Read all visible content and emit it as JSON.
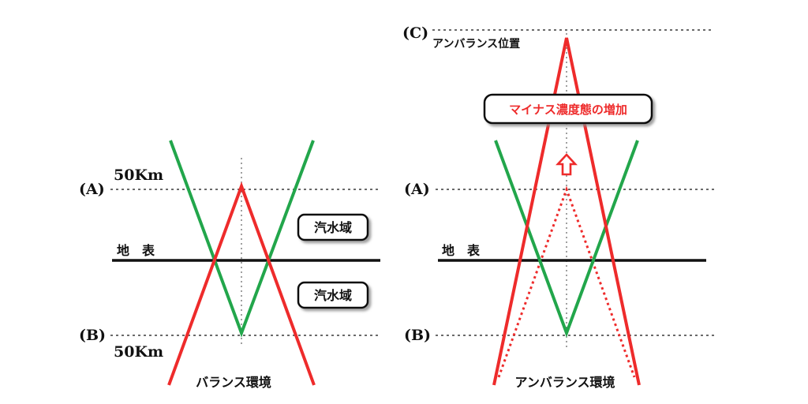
{
  "colors": {
    "green": "#22a64b",
    "red": "#ee2b2b",
    "black": "#111111",
    "dotted": "#555555"
  },
  "left_panel": {
    "label_a": "(A)",
    "label_a_km": "50Km",
    "label_b": "(B)",
    "label_b_km": "50Km",
    "surface_label": "地　表",
    "zone_upper": "汽水域",
    "zone_lower": "汽水域",
    "caption": "バランス環境"
  },
  "right_panel": {
    "label_c": "(C)",
    "label_c_text": "アンバランス位置",
    "label_a": "(A)",
    "label_b": "(B)",
    "surface_label": "地　表",
    "callout": "マイナス濃度態の増加",
    "caption": "アンバランス環境"
  }
}
